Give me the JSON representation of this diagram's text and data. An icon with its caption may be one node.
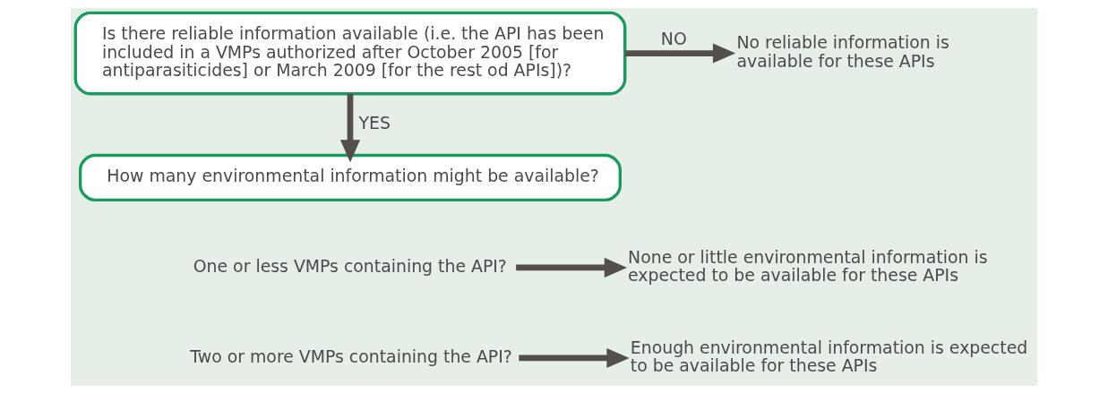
{
  "diagram": {
    "nodes": [
      {
        "text": [
          "Is there reliable information available (i.e. the API has been included in a VMPs authorized after October 2005 [for antiparasiticides] or March 2009 [for the rest od APIs])?"
        ]
      },
      {
        "text": [
          "No reliable information is available for these APIs"
        ]
      },
      {
        "text": [
          "How many environmental information might be available?"
        ]
      },
      {
        "text": [
          "One or less VMPs containing the API?"
        ]
      },
      {
        "text": [
          "None or little environmental information is expected to be available for these APIs"
        ]
      },
      {
        "text": [
          "Two or more VMPs containing the API?"
        ]
      },
      {
        "text": [
          "Enough environmental information is expected to be available for these APIs"
        ]
      }
    ],
    "edges": [
      {
        "from": 0,
        "to": 1,
        "arrow": "to",
        "label": "NO"
      },
      {
        "from": 0,
        "to": 2,
        "arrow": "to",
        "label": "YES"
      },
      {
        "from": 3,
        "to": 4,
        "arrow": "to"
      },
      {
        "from": 5,
        "to": 6,
        "arrow": "to"
      }
    ]
  }
}
